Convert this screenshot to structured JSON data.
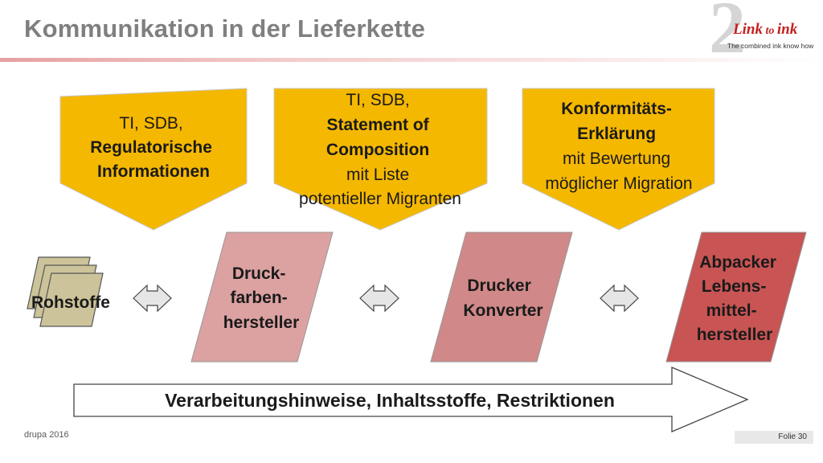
{
  "slide": {
    "title": "Kommunikation in der Lieferkette",
    "footer_left": "drupa 2016",
    "footer_right": "Folie 30"
  },
  "logo": {
    "big_glyph": "2",
    "name_a": "Link",
    "name_b": " to ",
    "name_c": "ink",
    "tagline": "The combined ink know how"
  },
  "documents": [
    {
      "lines": [
        {
          "text": "TI, SDB,",
          "bold": false
        },
        {
          "text": "Regulatorische",
          "bold": true
        },
        {
          "text": "Informationen",
          "bold": true
        }
      ]
    },
    {
      "lines": [
        {
          "text": "TI, SDB,",
          "bold": false
        },
        {
          "text": "Statement of",
          "bold": true
        },
        {
          "text": "Composition",
          "bold": true
        },
        {
          "text": "mit Liste",
          "bold": false
        },
        {
          "text": "potentieller Migranten",
          "bold": false
        }
      ]
    },
    {
      "lines": [
        {
          "text": "Konformitäts-",
          "bold": true
        },
        {
          "text": "Erklärung",
          "bold": true
        },
        {
          "text": "mit Bewertung",
          "bold": false
        },
        {
          "text": "möglicher Migration",
          "bold": false
        }
      ]
    }
  ],
  "chain": {
    "raw_label": "Rohstoffe",
    "actors": [
      {
        "lines": [
          "Druck-",
          "farben-",
          "hersteller"
        ],
        "color": "#dca1a1"
      },
      {
        "lines": [
          "Drucker",
          "Konverter"
        ],
        "color": "#d08888"
      },
      {
        "lines": [
          "Abpacker",
          "Lebens-",
          "mittel-",
          "hersteller"
        ],
        "color": "#c85454"
      }
    ]
  },
  "flow_arrow": {
    "label": "Verarbeitungshinweise, Inhaltsstoffe, Restriktionen"
  },
  "colors": {
    "document_fill": "#f5b800",
    "raw_fill": "#cdc39a",
    "double_arrow_fill": "#e6e6e6",
    "accent": "#c42020"
  }
}
